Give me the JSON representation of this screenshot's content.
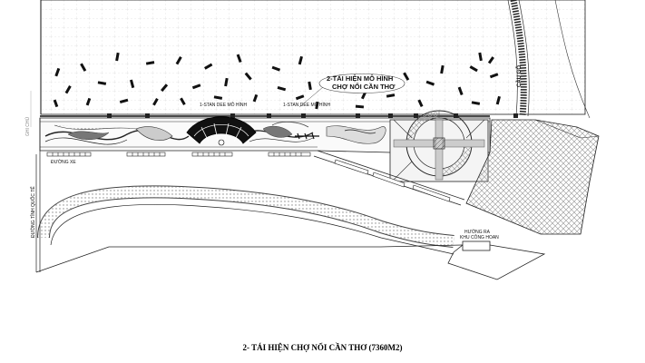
{
  "labels": {
    "stand_left": "1-STAN DEE MÔ HÌNH",
    "stand_right": "1-STAN DEE MÔ HÌNH",
    "callout_line1": "2-TÁI HIỆN MÔ HÌNH",
    "callout_line2": "CHỢ NỔI CẦN THƠ",
    "bridge": "CẦU GỖ",
    "road_left": "ĐƯỜNG TỈNH QUỐC TẾ",
    "road_small": "ĐƯỜNG XE",
    "hatch_note_line1": "HƯỚNG RA",
    "hatch_note_line2": "KHU CÔNG HOAN",
    "margin_note": "GHI CHÚ"
  },
  "title": "2- TÁI HIỆN CHỢ NỔI CẦN THƠ (7360M2)"
}
